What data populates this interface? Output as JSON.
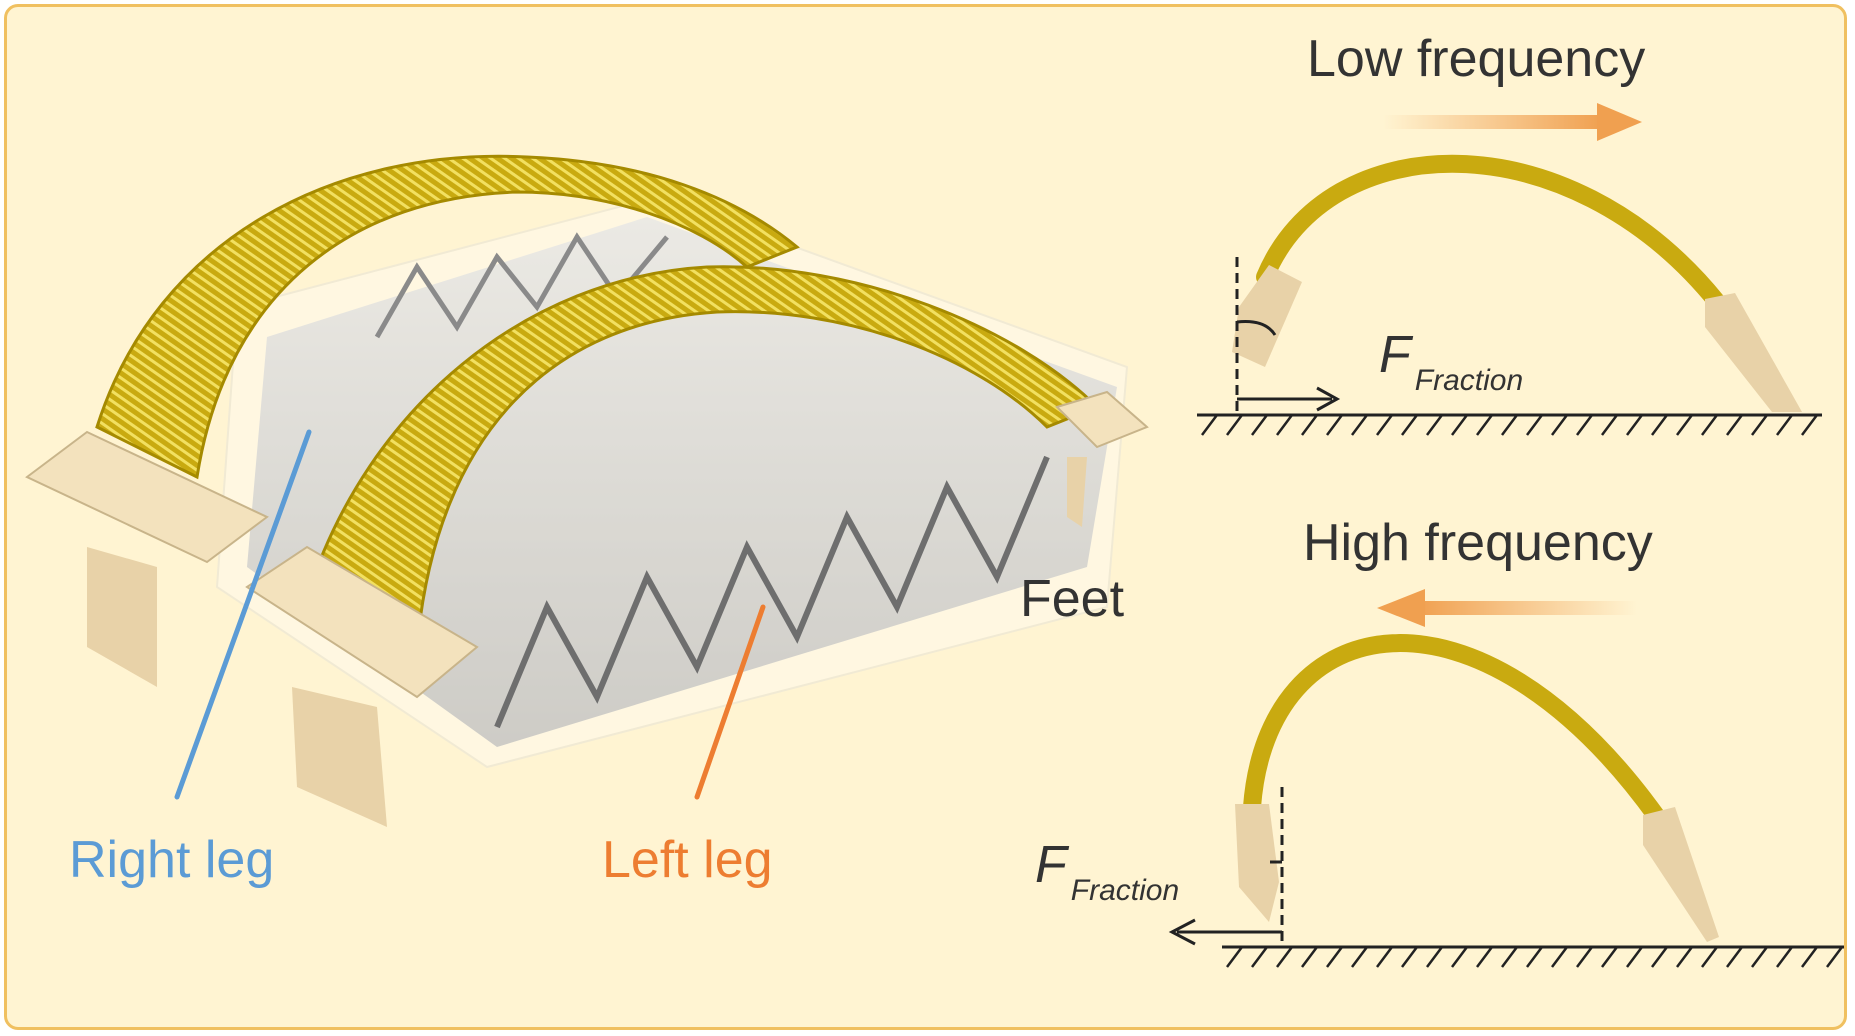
{
  "labels": {
    "low_frequency": "Low frequency",
    "high_frequency": "High frequency",
    "feet": "Feet",
    "right_leg": "Right leg",
    "left_leg": "Left leg",
    "force_symbol": "F",
    "force_subscript": "Fraction"
  },
  "colors": {
    "background": "#fff4d2",
    "border": "#f0c060",
    "arch_gold": "#c9aa10",
    "foot_beige": "#e8d2a8",
    "body_gray": "#a8a8a8",
    "right_leg_blue": "#5b9bd5",
    "left_leg_orange": "#ed7d31",
    "direction_arrow": "#f0a050",
    "text": "#333333"
  },
  "icons": [
    "direction-arrow-right-icon",
    "direction-arrow-left-icon",
    "friction-force-arrow-icon",
    "ground-hatch-icon"
  ]
}
